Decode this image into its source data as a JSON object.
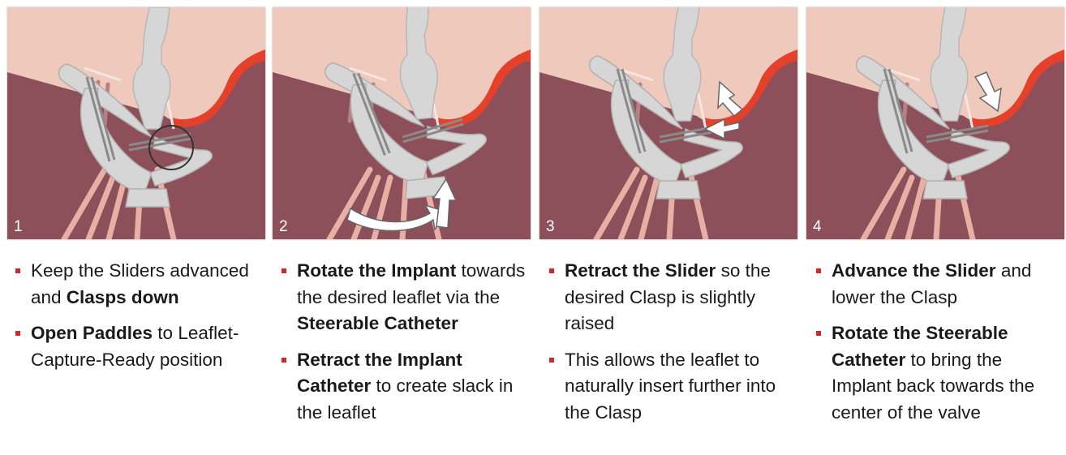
{
  "colors": {
    "background": "#8d4f5a",
    "atrium": "#f0c9bd",
    "leaflet_edge": "#e5402a",
    "chords": "#e8b0a4",
    "implant": "#d6d6d6",
    "arrow": "#ffffff",
    "bullet": "#d2262a"
  },
  "panels": [
    {
      "number": "1",
      "bullets": [
        [
          {
            "t": "Keep the Sliders advanced and ",
            "b": false
          },
          {
            "t": "Clasps down",
            "b": true
          }
        ],
        [
          {
            "t": "Open Paddles",
            "b": true
          },
          {
            "t": " to Leaflet-Capture-Ready position",
            "b": false
          }
        ]
      ]
    },
    {
      "number": "2",
      "bullets": [
        [
          {
            "t": "Rotate the Implant",
            "b": true
          },
          {
            "t": " towards the desired leaflet via the ",
            "b": false
          },
          {
            "t": "Steerable Catheter",
            "b": true
          }
        ],
        [
          {
            "t": "Retract the Implant Catheter",
            "b": true
          },
          {
            "t": " to create slack in the leaflet",
            "b": false
          }
        ]
      ]
    },
    {
      "number": "3",
      "bullets": [
        [
          {
            "t": "Retract the Slider",
            "b": true
          },
          {
            "t": " so the desired Clasp is slightly raised",
            "b": false
          }
        ],
        [
          {
            "t": "This allows the leaflet to naturally insert further into the Clasp",
            "b": false
          }
        ]
      ]
    },
    {
      "number": "4",
      "bullets": [
        [
          {
            "t": "Advance the Slider",
            "b": true
          },
          {
            "t": " and lower the Clasp",
            "b": false
          }
        ],
        [
          {
            "t": "Rotate the Steerable Catheter",
            "b": true
          },
          {
            "t": " to bring the Implant back towards the center of the valve",
            "b": false
          }
        ]
      ]
    }
  ]
}
